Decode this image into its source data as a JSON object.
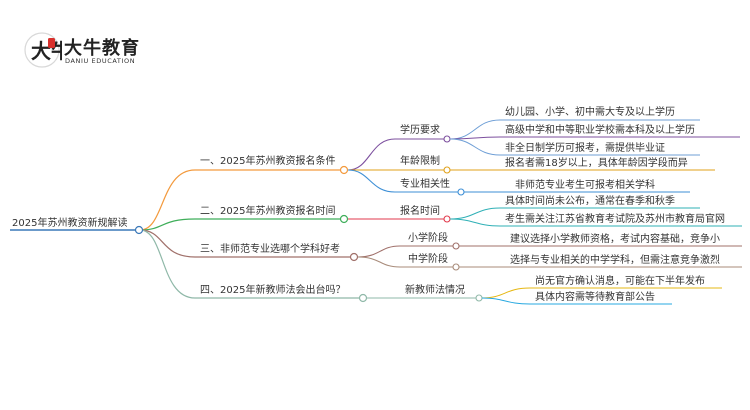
{
  "brand": {
    "name": "大牛教育",
    "sub": "DANIU EDUCATION",
    "mark_text": "大牛"
  },
  "colors": {
    "root": "#3a78b8",
    "branch1": "#f39a3d",
    "branch2": "#3fae5a",
    "branch3": "#a0706a",
    "branch4": "#8fb8a8",
    "xueli": "#7c4f9e",
    "xueli_leaf": "#6f9fd6",
    "nianling": "#e0a11a",
    "zhuanye": "#3d8fd6",
    "baoming": "#e23a4c",
    "leaf2": "#2fb0b6",
    "xiaoxue": "#a0706a",
    "zhongxue": "#a88b7a",
    "xinfa1": "#e6b814",
    "xinfa2": "#27a8e0"
  },
  "mindmap": {
    "root": "2025年苏州教资新规解读",
    "branches": [
      {
        "label": "一、2025年苏州教资报名条件",
        "children": [
          {
            "label": "学历要求",
            "leaves": [
              "幼儿园、小学、初中需大专及以上学历",
              "高级中学和中等职业学校需本科及以上学历",
              "非全日制学历可报考，需提供毕业证"
            ]
          },
          {
            "label": "年龄限制",
            "leaves": [
              "报名者需18岁以上，具体年龄因学段而异"
            ]
          },
          {
            "label": "专业相关性",
            "leaves": [
              "非师范专业考生可报考相关学科"
            ]
          }
        ]
      },
      {
        "label": "二、2025年苏州教资报名时间",
        "children": [
          {
            "label": "报名时间",
            "leaves": [
              "具体时间尚未公布，通常在春季和秋季",
              "考生需关注江苏省教育考试院及苏州市教育局官网"
            ]
          }
        ]
      },
      {
        "label": "三、非师范专业选哪个学科好考",
        "children": [
          {
            "label": "小学阶段",
            "leaves": [
              "建议选择小学教师资格，考试内容基础，竞争小"
            ]
          },
          {
            "label": "中学阶段",
            "leaves": [
              "选择与专业相关的中学学科，但需注意竞争激烈"
            ]
          }
        ]
      },
      {
        "label": "四、2025年新教师法会出台吗？",
        "children": [
          {
            "label": "新教师法情况",
            "leaves": [
              "尚无官方确认消息，可能在下半年发布",
              "具体内容需等待教育部公告"
            ]
          }
        ]
      }
    ]
  }
}
